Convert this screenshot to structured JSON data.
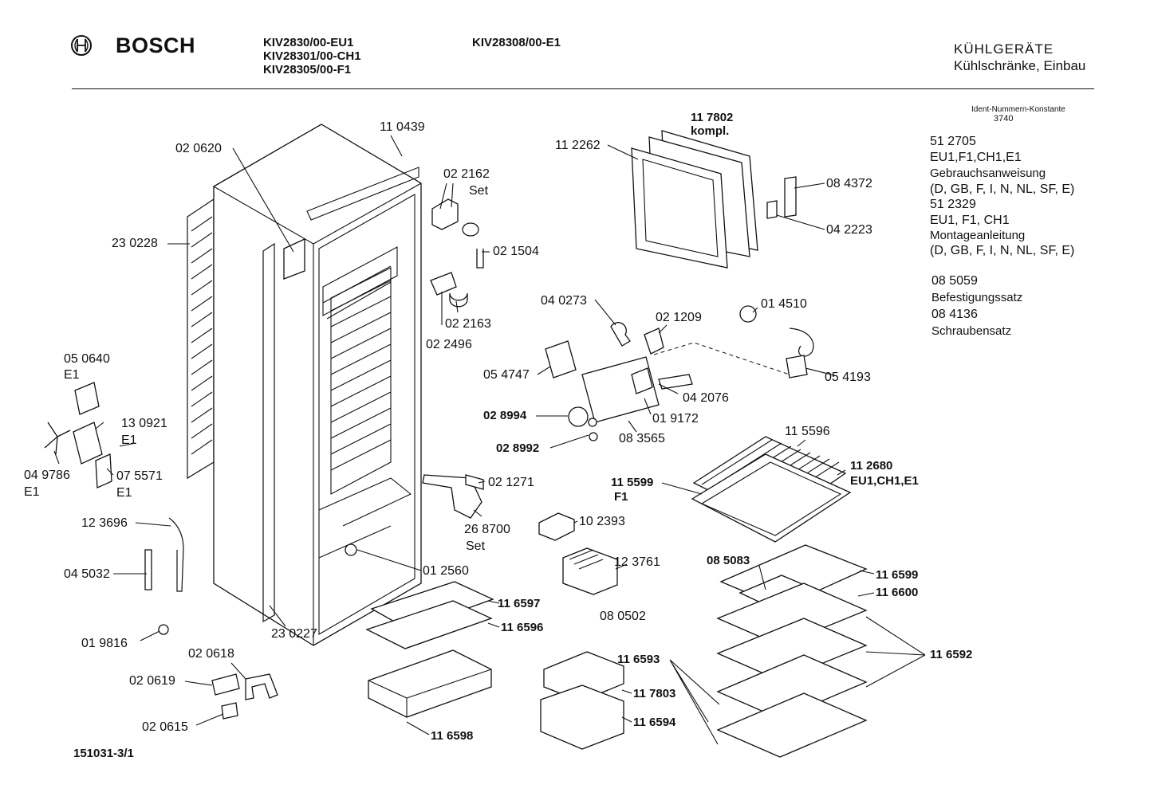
{
  "header": {
    "brand": "BOSCH",
    "models_col1": [
      "KIV2830/00-EU1",
      "KIV28301/00-CH1",
      "KIV28305/00-F1"
    ],
    "models_col2": [
      "KIV28308/00-E1"
    ],
    "category_title": "KÜHLGERÄTE",
    "category_subtitle": "Kühlschränke, Einbau"
  },
  "ident": {
    "label": "Ident-Nummern-Konstante",
    "value": "3740"
  },
  "side_info": {
    "manual_block": [
      "51 2705",
      "EU1,F1,CH1,E1",
      "Gebrauchsanweisung",
      "(D, GB, F, I, N, NL, SF, E)",
      "51 2329",
      "EU1, F1, CH1",
      "Montageanleitung",
      "(D, GB, F, I, N, NL, SF, E)"
    ],
    "kit_block": [
      "08 5059",
      "Befestigungssatz",
      "08 4136",
      "Schraubensatz"
    ]
  },
  "footer": {
    "drawing_number": "151031-3/1"
  },
  "parts": {
    "p020620": "02 0620",
    "p110439": "11 0439",
    "p022162": "02 2162",
    "p022162_set": "Set",
    "p230228": "23 0228",
    "p021504": "02 1504",
    "p022163": "02 2163",
    "p022496": "02 2496",
    "p050640": "05 0640",
    "p050640_var": "E1",
    "p130921": "13 0921",
    "p130921_var": "E1",
    "p049786": "04 9786",
    "p049786_var": "E1",
    "p075571": "07 5571",
    "p075571_var": "E1",
    "p021271": "02 1271",
    "p268700": "26 8700",
    "p268700_set": "Set",
    "p123696": "12 3696",
    "p045032": "04 5032",
    "p012560": "01 2560",
    "p230227": "23 0227",
    "p019816": "01 9816",
    "p020618": "02 0618",
    "p020619": "02 0619",
    "p020615": "02 0615",
    "p117802": "11 7802",
    "p117802_note": "kompl.",
    "p112262": "11 2262",
    "p084372": "08 4372",
    "p042223": "04 2223",
    "p040273": "04 0273",
    "p021209": "02 1209",
    "p014510": "01 4510",
    "p054747": "05 4747",
    "p042076": "04 2076",
    "p054193": "05 4193",
    "p028994": "02 8994",
    "p019172": "01 9172",
    "p083565": "08 3565",
    "p028992": "02 8992",
    "p115596": "11 5596",
    "p112680": "11 2680",
    "p112680_var": "EU1,CH1,E1",
    "p115599": "11 5599",
    "p115599_var": "F1",
    "p102393": "10 2393",
    "p123761": "12 3761",
    "p080502": "08 0502",
    "p085083": "08 5083",
    "p116599": "11 6599",
    "p116600": "11 6600",
    "p116597": "11 6597",
    "p116596": "11 6596",
    "p116592": "11 6592",
    "p116593": "11 6593",
    "p117803": "11 7803",
    "p116594": "11 6594",
    "p116598": "11 6598"
  }
}
